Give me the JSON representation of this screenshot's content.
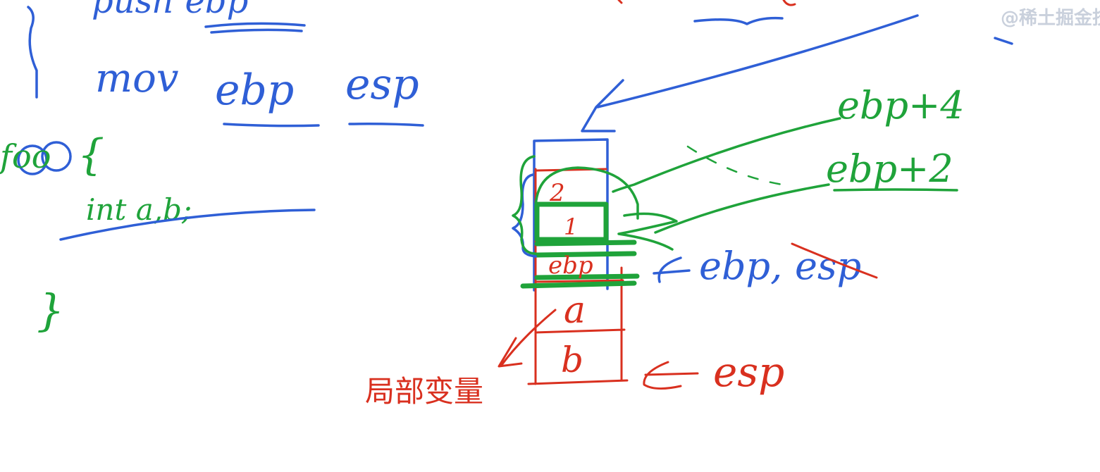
{
  "code": {
    "push_line": "push ebp",
    "mov_keyword": "mov",
    "mov_dst": "ebp",
    "mov_src": "esp",
    "func_name": "foo",
    "open_brace": "{",
    "decl": "int a,b;",
    "close_brace": "}"
  },
  "stack": {
    "cells": [
      "2",
      "1",
      "ebp",
      "a",
      "b"
    ]
  },
  "labels": {
    "ebp_plus_4": "ebp+4",
    "ebp_plus_2": "ebp+2",
    "ebp_marker": "ebp,",
    "esp_struck": "esp",
    "esp_arrow": "esp",
    "local_vars": "局部变量"
  },
  "watermark": "@稀土掘金技术社区",
  "colors": {
    "blue": "#2f5fd6",
    "green": "#1fa33a",
    "red": "#d9301f"
  }
}
